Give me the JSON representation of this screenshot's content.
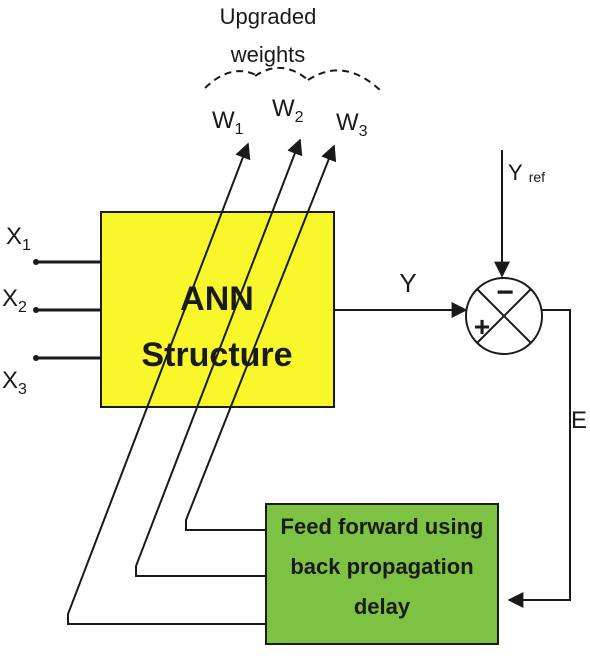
{
  "diagram": {
    "weights_caption_line1": "Upgraded",
    "weights_caption_line2": "weights",
    "weights": [
      {
        "base": "W",
        "sub": "1"
      },
      {
        "base": "W",
        "sub": "2"
      },
      {
        "base": "W",
        "sub": "3"
      }
    ],
    "inputs": [
      {
        "base": "X",
        "sub": "1"
      },
      {
        "base": "X",
        "sub": "2"
      },
      {
        "base": "X",
        "sub": "3"
      }
    ],
    "ann_box": {
      "line1": "ANN",
      "line2": "Structure",
      "fill": "#f7f72a"
    },
    "output_label": "Y",
    "reference": {
      "base": "Y",
      "sub": "ref"
    },
    "summing_junction": {
      "minus": "−",
      "plus": "+"
    },
    "error_label": "E",
    "feedback_box": {
      "line1": "Feed forward using",
      "line2": "back propagation",
      "line3": "delay",
      "fill": "#7dc242"
    },
    "line_color": "#1a1a1a"
  }
}
